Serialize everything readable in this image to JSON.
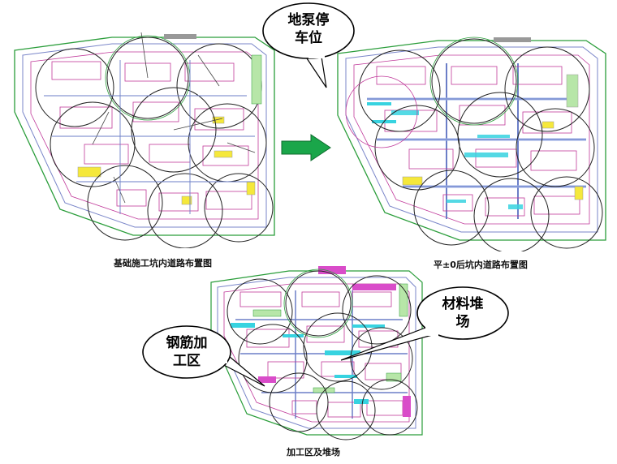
{
  "captions": {
    "plan1": "基础施工坑内道路布置图",
    "plan2": "平±0后坑内道路布置图",
    "plan3": "加工区及堆场"
  },
  "callouts": {
    "pump": [
      "地泵停",
      "车位"
    ],
    "materials": [
      "材料堆",
      "场"
    ],
    "rebar": [
      "钢筋加",
      "工区"
    ]
  },
  "colors": {
    "site_boundary": "#2a9d3a",
    "building": "#c0399a",
    "crane_circle": "#222222",
    "road": "#6b7ec7",
    "arrow": "#1aa64a",
    "material_yard": "#37d3e0",
    "rebar_yard": "#d94cc9"
  }
}
